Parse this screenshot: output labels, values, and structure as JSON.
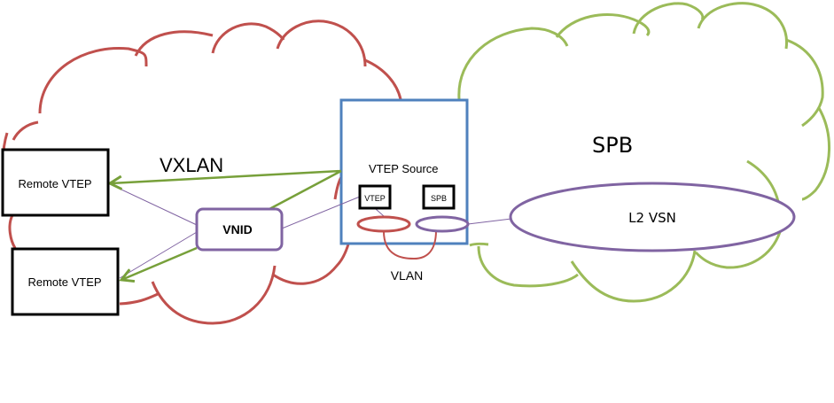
{
  "colors": {
    "vxlan_cloud": "#c0504d",
    "spb_cloud": "#9bbb59",
    "vtep_source_border": "#4f81bd",
    "vnid_border": "#8064a2",
    "tunnel_arrow": "#77a03a",
    "logical_link": "#8064a2",
    "node_border": "#000000"
  },
  "clouds": {
    "vxlan": {
      "label": "VXLAN"
    },
    "spb": {
      "label": "SPB"
    }
  },
  "nodes": {
    "remote_vtep_1": {
      "label": "Remote VTEP"
    },
    "remote_vtep_2": {
      "label": "Remote VTEP"
    },
    "vnid": {
      "label": "VNID"
    },
    "vtep_source": {
      "label": "VTEP Source"
    },
    "vtep_port": {
      "label": "VTEP"
    },
    "spb_port": {
      "label": "SPB"
    },
    "vlan": {
      "label": "VLAN"
    },
    "l2_vsn": {
      "label": "L2 VSN"
    }
  }
}
